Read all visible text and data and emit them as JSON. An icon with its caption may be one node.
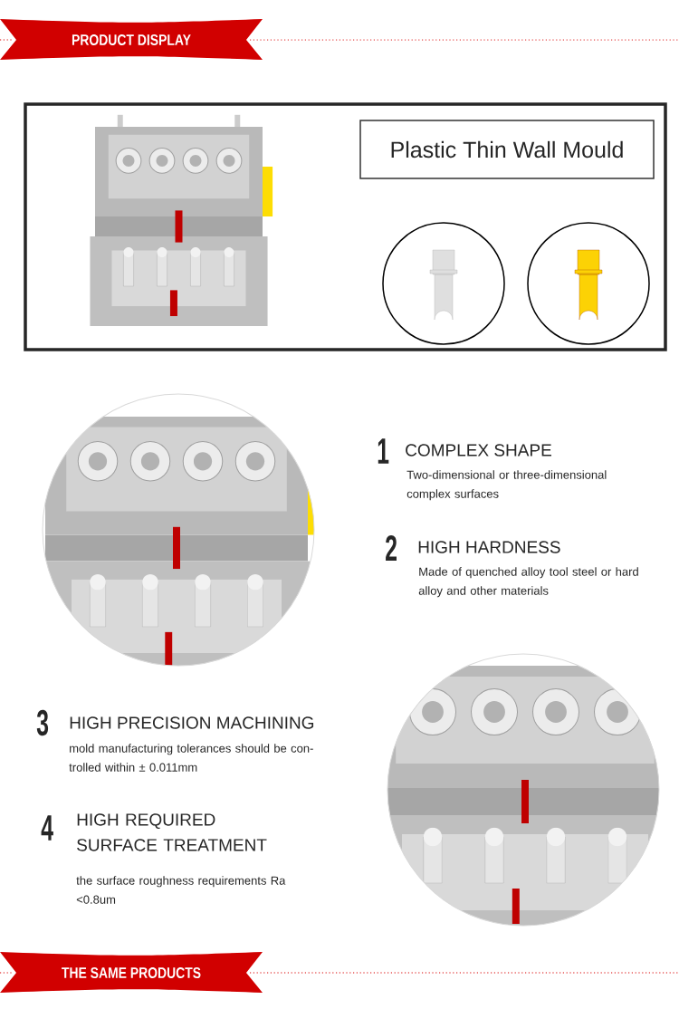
{
  "diagram": {
    "nodes": [
      {
        "text": [
          "PRODUCT DISPLAY"
        ]
      },
      {
        "text": [
          "Plastic Thin Wall Mould"
        ]
      },
      {
        "text": [
          "THE SAME PRODUCTS"
        ]
      }
    ],
    "labels": [
      "1",
      "COMPLEX SHAPE",
      "Two-dimensional or three-dimensional complex surfaces",
      "2",
      "HIGH HARDNESS",
      "Made of quenched alloy tool steel or hard alloy and other materials",
      "3",
      "HIGH PRECISION MACHINING",
      "mold manufacturing tolerances should be con-trolled within ± 0.011mm",
      "4",
      "HIGH REQUIRED SURFACE TREATMENT",
      "the surface roughness requirements Ra <0.8um"
    ]
  }
}
